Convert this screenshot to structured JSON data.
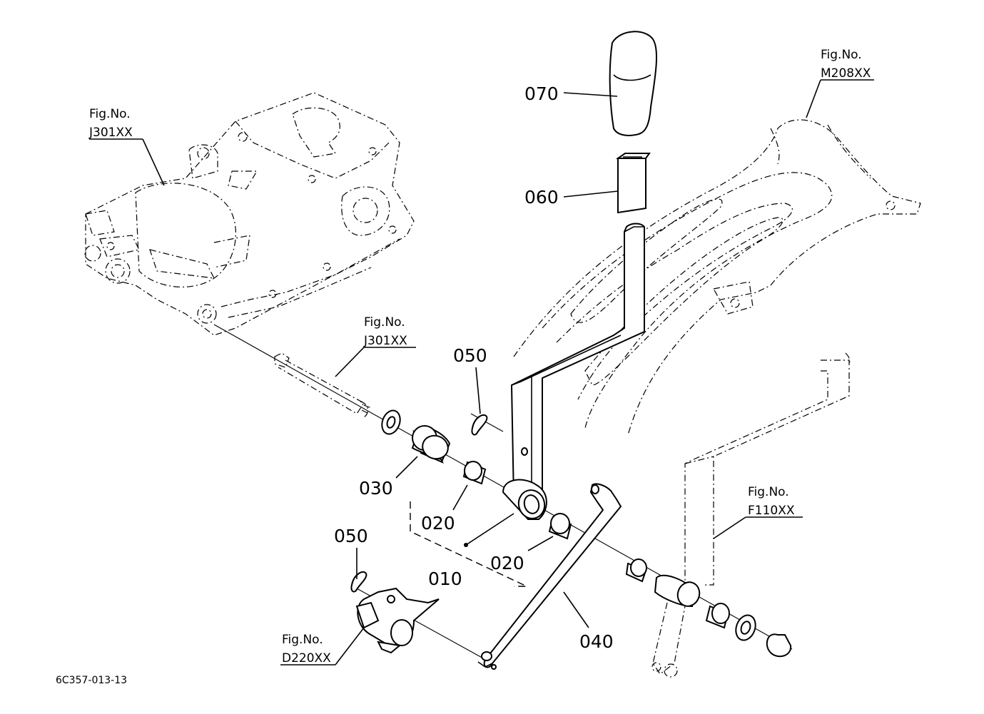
{
  "parts": [
    {
      "id": "p070",
      "number": "070"
    },
    {
      "id": "p060",
      "number": "060"
    },
    {
      "id": "p050a",
      "number": "050"
    },
    {
      "id": "p050b",
      "number": "050"
    },
    {
      "id": "p030",
      "number": "030"
    },
    {
      "id": "p020a",
      "number": "020"
    },
    {
      "id": "p020b",
      "number": "020"
    },
    {
      "id": "p010",
      "number": "010"
    },
    {
      "id": "p040",
      "number": "040"
    }
  ],
  "figure_refs": [
    {
      "id": "ref1",
      "label": "Fig.No.",
      "code": "J301XX"
    },
    {
      "id": "ref2",
      "label": "Fig.No.",
      "code": "J301XX"
    },
    {
      "id": "ref3",
      "label": "Fig.No.",
      "code": "M208XX"
    },
    {
      "id": "ref4",
      "label": "Fig.No.",
      "code": "F110XX"
    },
    {
      "id": "ref5",
      "label": "Fig.No.",
      "code": "D220XX"
    }
  ],
  "drawing_code": "6C357-013-13"
}
